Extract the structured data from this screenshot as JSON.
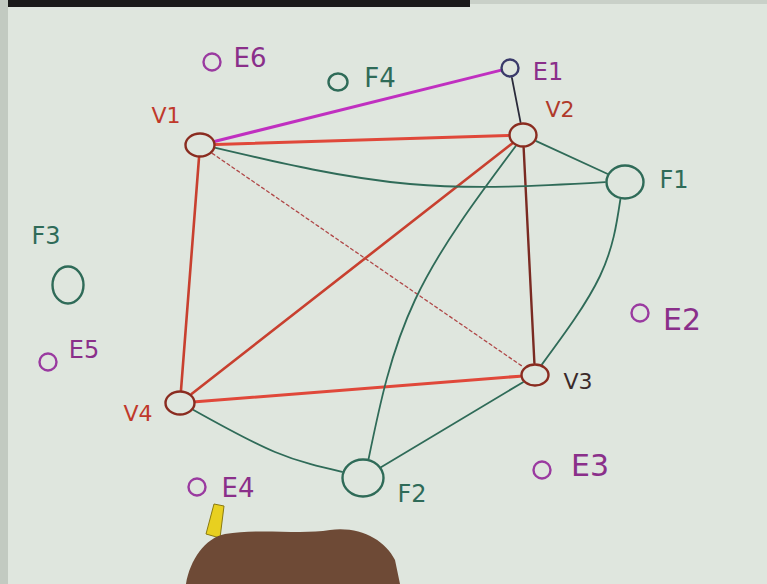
{
  "diagram": {
    "nodes": [
      {
        "text": [
          "E6"
        ]
      },
      {
        "text": [
          "F4"
        ]
      },
      {
        "text": [
          "E1"
        ]
      },
      {
        "text": [
          "V1"
        ]
      },
      {
        "text": [
          "V2"
        ]
      },
      {
        "text": [
          "F1"
        ]
      },
      {
        "text": [
          "F3"
        ]
      },
      {
        "text": [
          "E2"
        ]
      },
      {
        "text": [
          "E5"
        ]
      },
      {
        "text": [
          "V4"
        ]
      },
      {
        "text": [
          "V3"
        ]
      },
      {
        "text": [
          "E4"
        ]
      },
      {
        "text": [
          "F2"
        ]
      },
      {
        "text": [
          "E3"
        ]
      }
    ],
    "edges": [
      {
        "from": 3,
        "to": 2,
        "arrow": "none"
      },
      {
        "from": 2,
        "to": 4,
        "arrow": "none"
      },
      {
        "from": 3,
        "to": 4,
        "arrow": "none"
      },
      {
        "from": 3,
        "to": 9,
        "arrow": "none"
      },
      {
        "from": 4,
        "to": 9,
        "arrow": "none"
      },
      {
        "from": 9,
        "to": 10,
        "arrow": "none"
      },
      {
        "from": 4,
        "to": 10,
        "arrow": "none"
      },
      {
        "from": 3,
        "to": 10,
        "arrow": "none"
      },
      {
        "from": 3,
        "to": 5,
        "arrow": "none"
      },
      {
        "from": 4,
        "to": 5,
        "arrow": "none"
      },
      {
        "from": 5,
        "to": 10,
        "arrow": "none"
      },
      {
        "from": 4,
        "to": 12,
        "arrow": "none"
      },
      {
        "from": 9,
        "to": 12,
        "arrow": "none"
      },
      {
        "from": 12,
        "to": 10,
        "arrow": "none"
      }
    ]
  }
}
